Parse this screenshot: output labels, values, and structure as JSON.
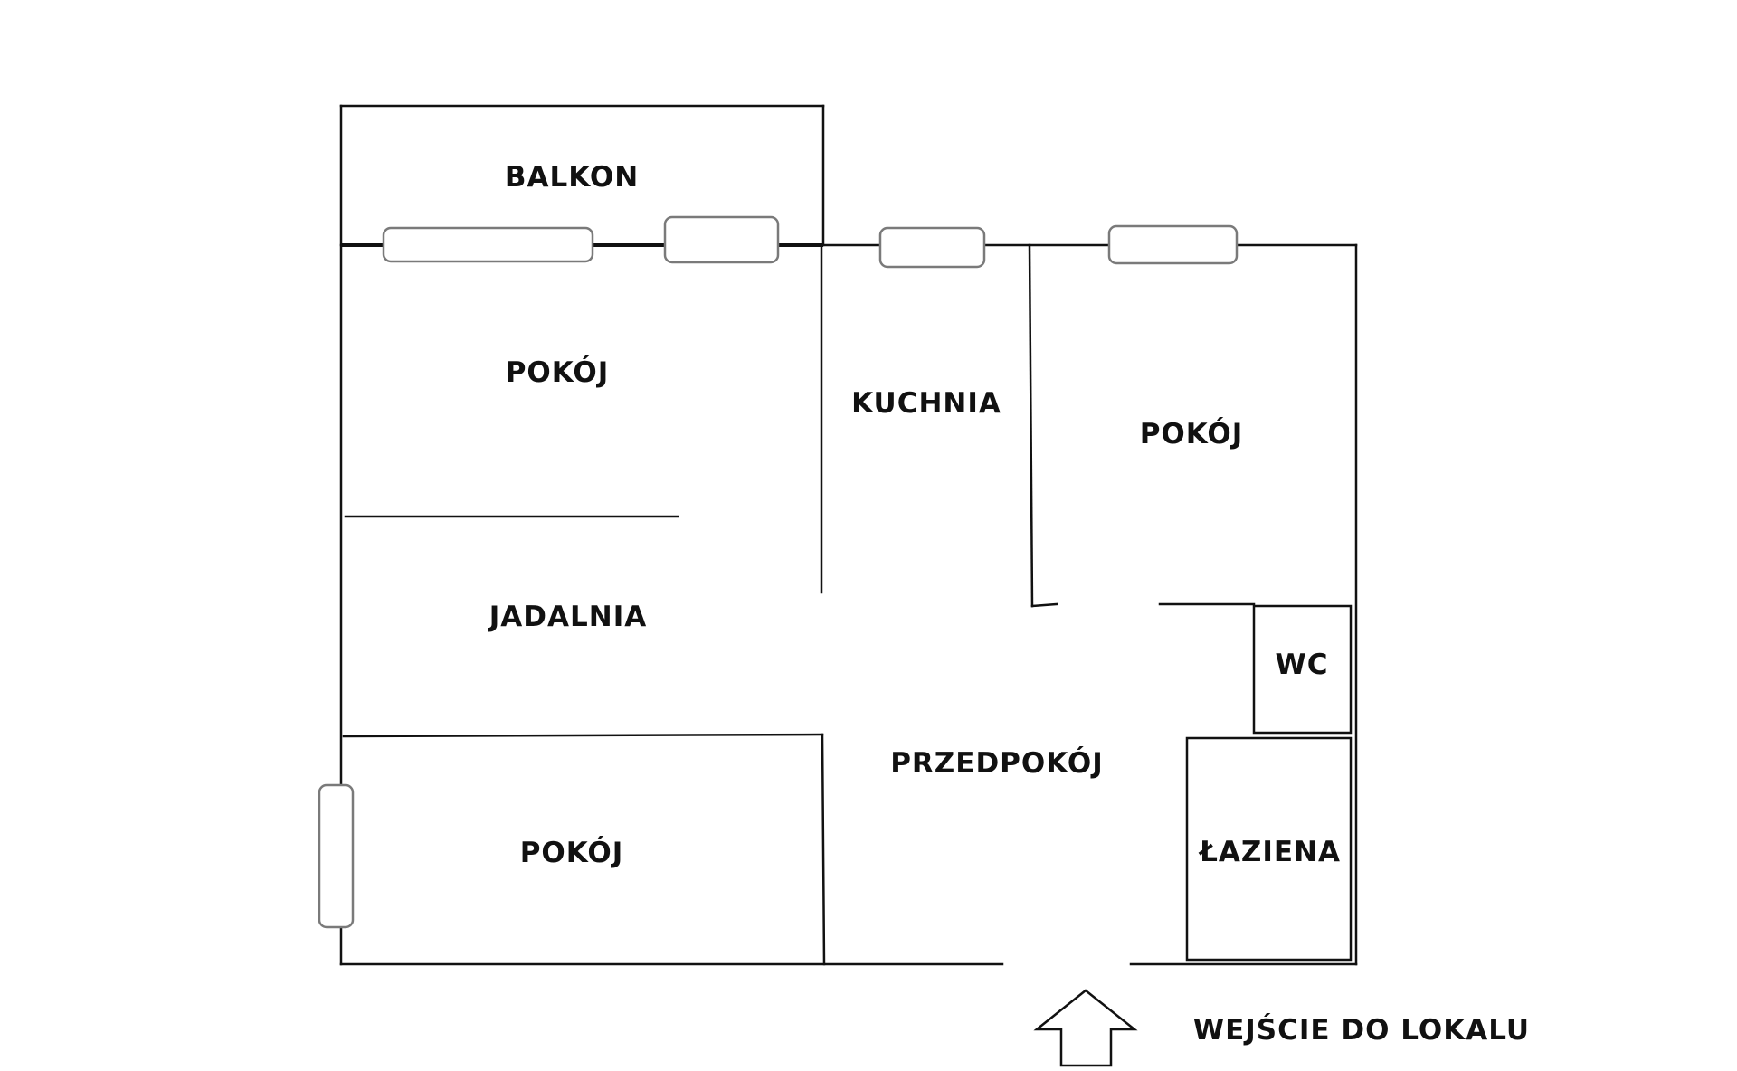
{
  "rooms": {
    "balkon": "BALKON",
    "pokoj_top_left": "POKÓJ",
    "kuchnia": "KUCHNIA",
    "pokoj_right": "POKÓJ",
    "jadalnia": "JADALNIA",
    "wc": "WC",
    "przedpokoj": "PRZEDPOKÓJ",
    "pokoj_bottom_left": "POKÓJ",
    "lazienka": "ŁAZIENA"
  },
  "entrance": {
    "label": "WEJŚCIE DO LOKALU",
    "icon": "up-arrow-icon"
  },
  "colors": {
    "walls": "#111111",
    "windows": "#7a7a7a",
    "background": "#ffffff"
  }
}
